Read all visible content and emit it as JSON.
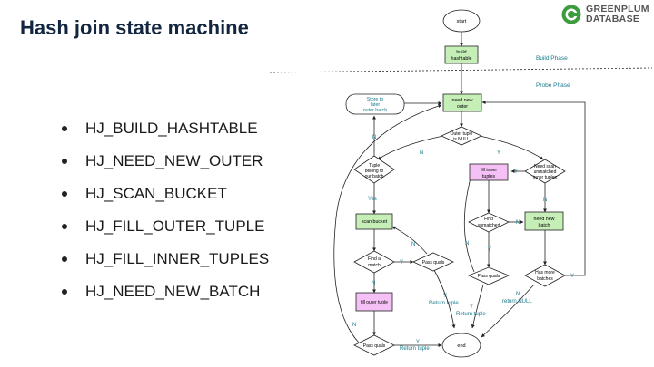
{
  "slide": {
    "title": "Hash join state machine",
    "bullets": [
      "HJ_BUILD_HASHTABLE",
      "HJ_NEED_NEW_OUTER",
      "HJ_SCAN_BUCKET",
      "HJ_FILL_OUTER_TUPLE",
      "HJ_FILL_INNER_TUPLES",
      "HJ_NEED_NEW_BATCH"
    ]
  },
  "logo": {
    "line1": "GREENPLUM",
    "line2": "DATABASE"
  },
  "diagram": {
    "phases": {
      "build": "Build Phase",
      "probe": "Probe Phase"
    },
    "nodes": {
      "start": "start",
      "build_hashtable": [
        "build",
        "hashtable"
      ],
      "need_new_outer": [
        "need new",
        "outer"
      ],
      "store_later": [
        "Store to",
        "later",
        "outer batch"
      ],
      "outer_null": [
        "Outer tuple",
        "is NULL"
      ],
      "tuple_belong": [
        "Tuple",
        "belong to",
        "our batch"
      ],
      "fill_inner": [
        "fill inner",
        "tuples"
      ],
      "need_scan_unmatched": [
        "Need scan",
        "unmatched",
        "inner tuples"
      ],
      "scan_bucket": "scan bucket",
      "find_unmatched": [
        "Find",
        "unmatched"
      ],
      "need_new_batch": [
        "need new",
        "batch"
      ],
      "find_match": [
        "Find a",
        "match"
      ],
      "pass_quals_1": "Pass quals",
      "pass_quals_2": "Pass quals",
      "has_more_batches": [
        "Has more",
        "batches"
      ],
      "fill_outer": "fill outer tuple",
      "pass_quals_3": "Pass quals",
      "end": "end"
    },
    "labels": {
      "n": "N",
      "y": "Y",
      "yes": "Yes",
      "return_tuple": "Return tuple",
      "return_null": "return NULL"
    },
    "colors": {
      "green": "#c6efb8",
      "pink": "#f5c0f5",
      "stroke": "#222222",
      "label": "#1a7a8c"
    }
  }
}
